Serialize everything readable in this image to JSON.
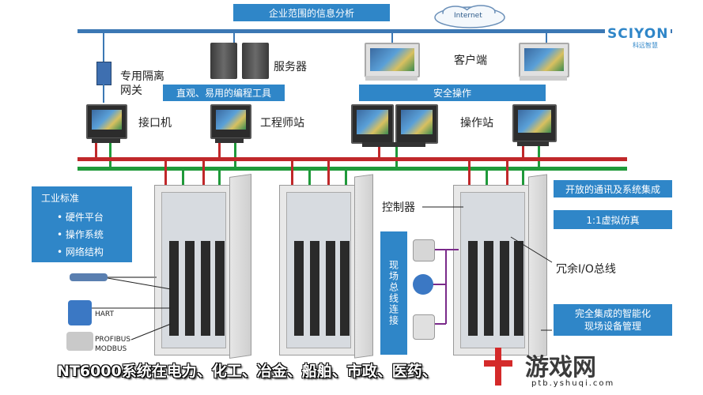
{
  "banners": {
    "enterprise": "企业范围的信息分析",
    "tools": "直观、易用的编程工具",
    "safety": "安全操作",
    "open_comm": "开放的通讯及系统集成",
    "virtual": "1:1虚拟仿真",
    "field_mgmt_line1": "完全集成的智能化",
    "field_mgmt_line2": "现场设备管理",
    "fieldbus": "现场总线连接"
  },
  "cloud": "Internet",
  "logo": {
    "brand": "SCIYON",
    "sub": "科远智慧"
  },
  "labels": {
    "gateway_line1": "专用隔离",
    "gateway_line2": "网关",
    "server": "服务器",
    "client": "客户端",
    "interface": "接口机",
    "engineer": "工程师站",
    "operator": "操作站",
    "controller": "控制器",
    "redundant_io": "冗余I/O总线"
  },
  "industry": {
    "title": "工业标准",
    "items": [
      "硬件平台",
      "操作系统",
      "网络结构"
    ]
  },
  "protocols": [
    "HART",
    "PROFIBUS",
    "MODBUS"
  ],
  "caption": "NT6000系统在电力、化工、冶金、船舶、市政、医药、",
  "watermark": {
    "text": "游戏网",
    "url": "ptb.yshuqi.com"
  },
  "colors": {
    "banner": "#2f86c8",
    "bus_red": "#c0282a",
    "bus_green": "#1f9a3a",
    "bus_blue": "#3c78b4"
  }
}
